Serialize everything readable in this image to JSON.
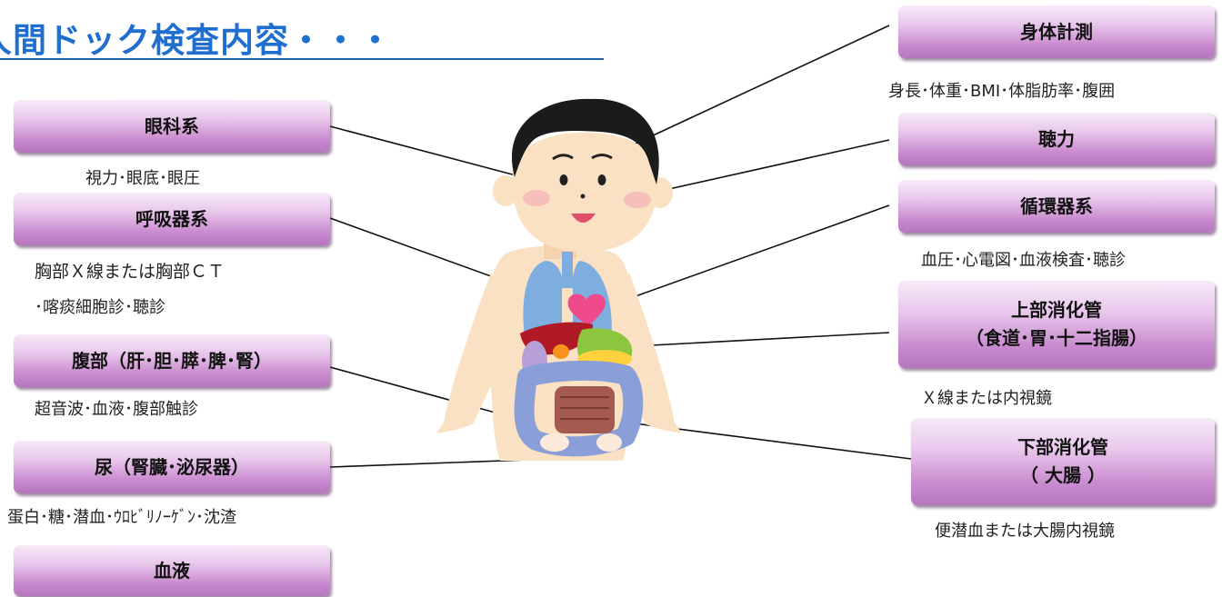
{
  "title": "人間ドック検査内容・・・",
  "categories": {
    "eye": {
      "label": "眼科系",
      "desc": "視力･眼底･眼圧"
    },
    "respiratory": {
      "label": "呼吸器系",
      "desc_lines": [
        "胸部Ｘ線または胸部ＣＴ",
        "･喀痰細胞診･聴診"
      ]
    },
    "abdomen": {
      "label": "腹部（肝･胆･膵･脾･腎）",
      "desc": "超音波･血液･腹部触診"
    },
    "urine": {
      "label": "尿（腎臓･泌尿器）",
      "desc": "蛋白･糖･潜血･ｳﾛﾋﾞﾘﾉｰｹﾞﾝ･沈渣"
    },
    "blood": {
      "label": "血液"
    },
    "body_measure": {
      "label": "身体計測",
      "desc": "身長･体重･BMI･体脂肪率･腹囲"
    },
    "hearing": {
      "label": "聴力"
    },
    "circulatory": {
      "label": "循環器系",
      "desc": "血圧･心電図･血液検査･聴診"
    },
    "upper_gi": {
      "label_lines": [
        "上部消化管",
        "（食道･胃･十二指腸）"
      ],
      "desc": "Ｘ線または内視鏡"
    },
    "lower_gi": {
      "label_lines": [
        "下部消化管",
        "（ 大腸 ）"
      ],
      "desc": "便潜血または大腸内視鏡"
    }
  },
  "colors": {
    "title": "#1f6fd1",
    "box_top": "#f6eaf7",
    "box_bottom": "#b576bb",
    "skin": "#fbe1c4",
    "hair": "#1b1b1b",
    "lung": "#7eaee0",
    "heart": "#ee4a8c",
    "liver": "#b01a26",
    "stomach": "#8cc63f",
    "intestine_large": "#8a9ed8",
    "intestine_small": "#a55a4f"
  }
}
